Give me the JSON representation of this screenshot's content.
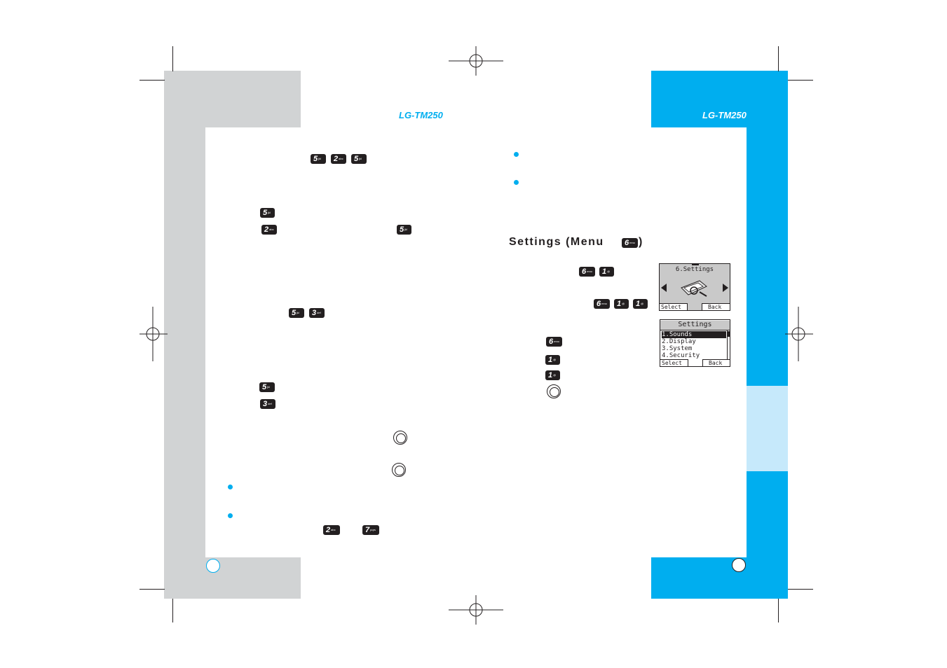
{
  "header": {
    "model_left": "LG-TM250",
    "model_right": "LG-TM250"
  },
  "heading": {
    "text": "Settings (Menu",
    "close_paren": ")"
  },
  "keys": {
    "k1": "1",
    "k2": "2",
    "k3": "3",
    "k5": "5",
    "k6": "6",
    "k7": "7",
    "sub_jkl": "jkl",
    "sub_abc": "abc",
    "sub_def": "def",
    "sub_mno": "mno",
    "sub_pqrs": "pqrs",
    "sub_1": "@"
  },
  "screen1": {
    "title": "6.Settings",
    "left_soft": "Select",
    "right_soft": "Back"
  },
  "screen2": {
    "title": "Settings",
    "items": [
      "1.Sounds",
      "2.Display",
      "3.System",
      "4.Security"
    ],
    "left_soft": "Select",
    "right_soft": "Back"
  },
  "colors": {
    "accent": "#00aeef",
    "grey_band": "#d1d3d4",
    "light_tab": "#c6e9fb"
  }
}
